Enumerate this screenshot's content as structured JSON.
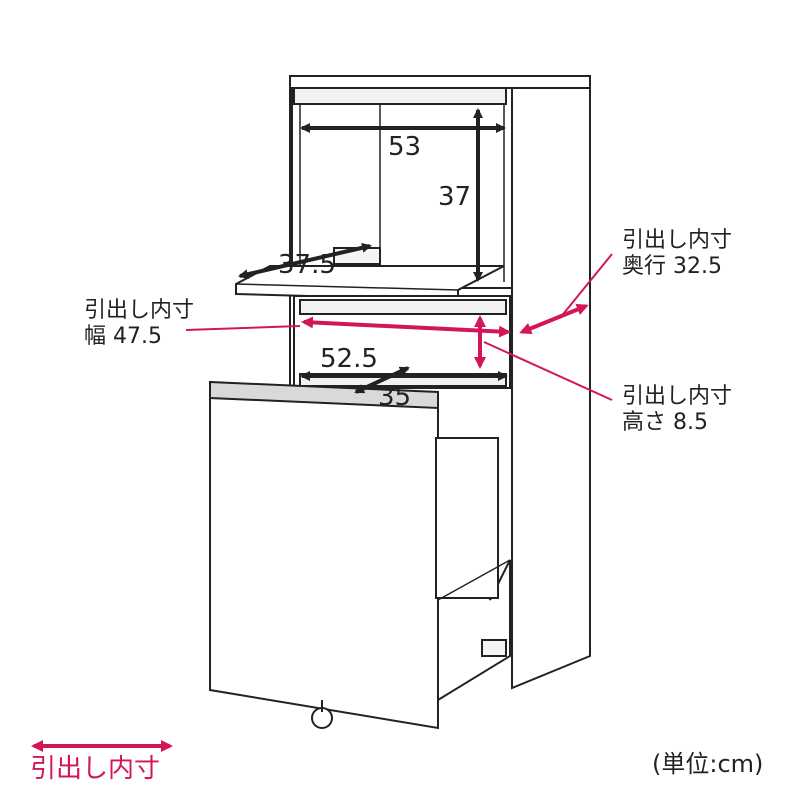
{
  "colors": {
    "accent": "#d3165b",
    "line": "#222222",
    "fill_light": "#d9d9d9"
  },
  "dimensions": {
    "top_width": "53",
    "top_height": "37",
    "slide_depth": "37.5",
    "lower_width": "52.5",
    "lower_depth": "35"
  },
  "callouts": {
    "width": {
      "line1": "引出し内寸",
      "line2": "幅 47.5"
    },
    "depth": {
      "line1": "引出し内寸",
      "line2": "奥行 32.5"
    },
    "height": {
      "line1": "引出し内寸",
      "line2": "高さ 8.5"
    }
  },
  "legend": {
    "label": "引出し内寸"
  },
  "unit_note": "(単位:cm)"
}
